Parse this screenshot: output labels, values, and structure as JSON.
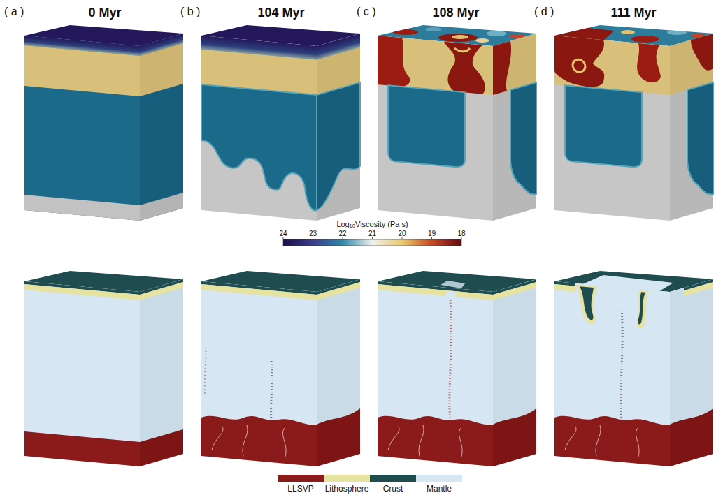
{
  "diagram": {
    "labels": [
      "( a )",
      "0 Myr",
      "( b )",
      "104 Myr",
      "( c )",
      "108 Myr",
      "( d )",
      "111 Myr",
      "Log₁₀Viscosity (Pa s)",
      "24",
      "23",
      "22",
      "21",
      "20",
      "19",
      "18"
    ],
    "legend": [
      {
        "text": "LLSVP",
        "color": "#8b1a1a"
      },
      {
        "text": "Lithosphere",
        "color": "#e6e2a0"
      },
      {
        "text": "Crust",
        "color": "#1f4d4f"
      },
      {
        "text": "Mantle",
        "color": "#d6e6f2"
      }
    ]
  }
}
